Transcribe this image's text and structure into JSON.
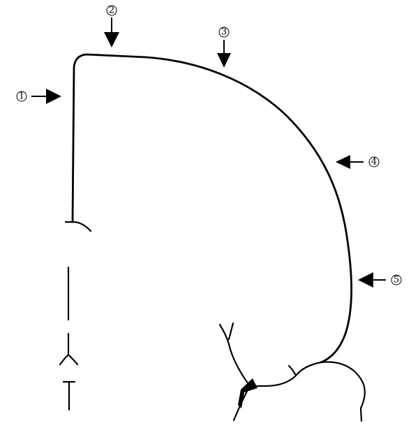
{
  "markers": [
    {
      "id": "1",
      "label": "1"
    },
    {
      "id": "2",
      "label": "2"
    },
    {
      "id": "3",
      "label": "3"
    },
    {
      "id": "4",
      "label": "4"
    },
    {
      "id": "5",
      "label": "5"
    }
  ]
}
